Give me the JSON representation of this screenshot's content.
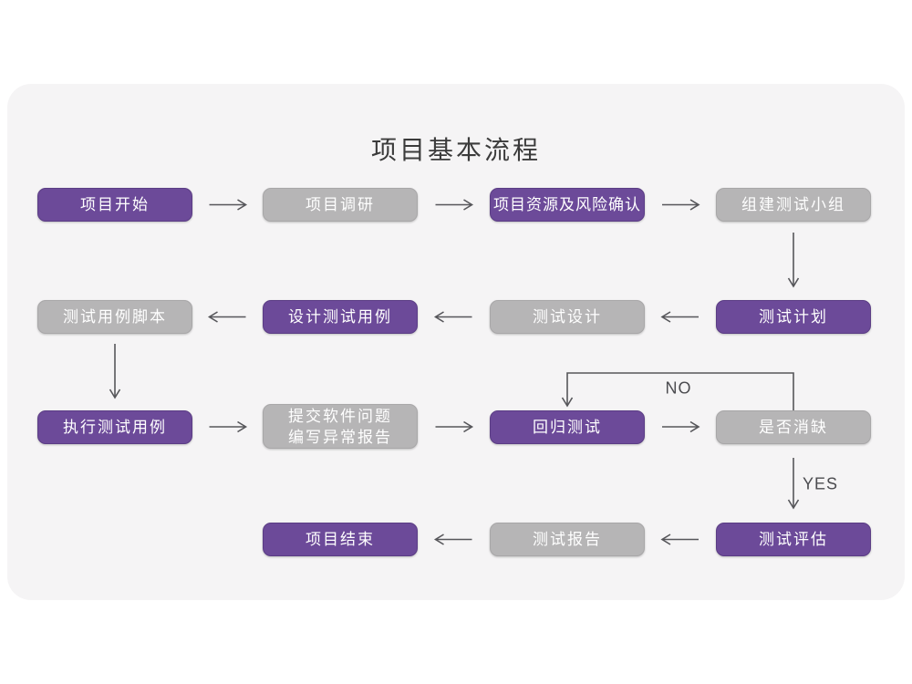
{
  "title": "项目基本流程",
  "colors": {
    "purple_node": "#6c4a99",
    "gray_node": "#b6b5b6",
    "card_background": "#f5f4f5",
    "arrow": "#56565a",
    "title_text": "#3b3b3b",
    "node_text": "#ffffff"
  },
  "flowchart": {
    "nodes": {
      "project_start": "项目开始",
      "project_research": "项目调研",
      "resource_risk_confirm": "项目资源及风险确认",
      "build_test_team": "组建测试小组",
      "test_plan": "测试计划",
      "test_design": "测试设计",
      "design_test_cases": "设计测试用例",
      "test_case_scripts": "测试用例脚本",
      "execute_test_cases": "执行测试用例",
      "submit_issues": "提交软件问题\n编写异常报告",
      "regression_test": "回归测试",
      "defect_resolved": "是否消缺",
      "test_evaluation": "测试评估",
      "test_report": "测试报告",
      "project_end": "项目结束"
    },
    "edge_labels": {
      "no": "NO",
      "yes": "YES"
    }
  }
}
